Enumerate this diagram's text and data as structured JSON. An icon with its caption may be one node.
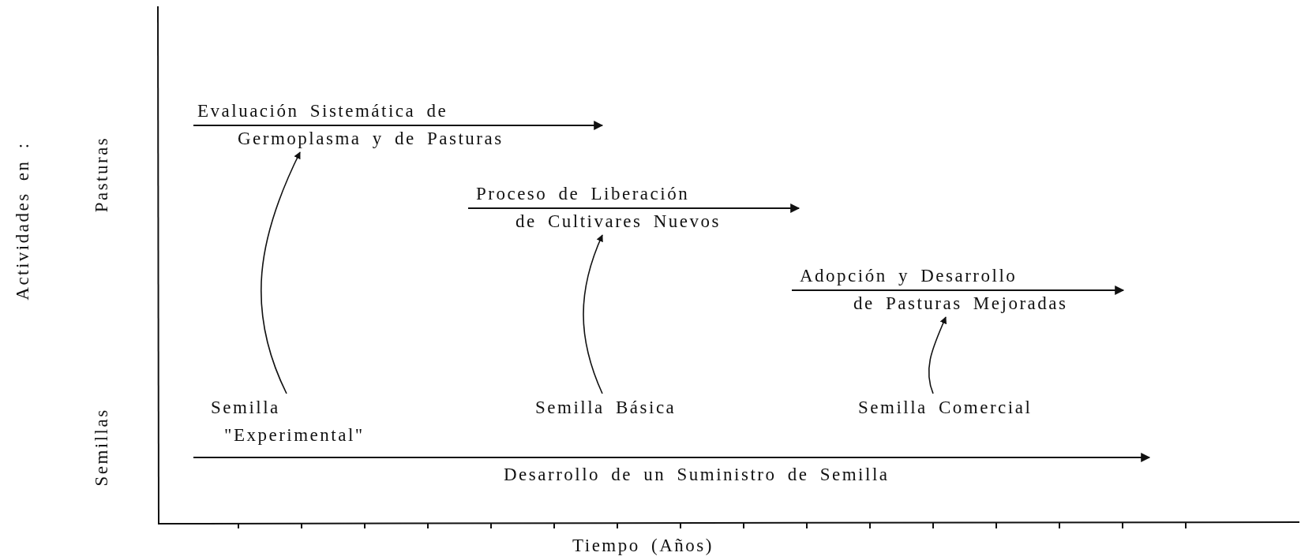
{
  "diagram": {
    "nodes": [
      {
        "text": [
          "Evaluación Sistemática de Germoplasma y de Pasturas"
        ]
      },
      {
        "text": [
          "Proceso de Liberación de Cultivares Nuevos"
        ]
      },
      {
        "text": [
          "Adopción y Desarrollo de Pasturas Mejoradas"
        ]
      },
      {
        "text": [
          "Semilla \"Experimental\""
        ]
      },
      {
        "text": [
          "Semilla Básica"
        ]
      },
      {
        "text": [
          "Semilla Comercial"
        ]
      }
    ],
    "edges": [
      {
        "from": 3,
        "to": 0,
        "arrow": "to"
      },
      {
        "from": 4,
        "to": 1,
        "arrow": "to"
      },
      {
        "from": 5,
        "to": 2,
        "arrow": "to"
      }
    ],
    "labels": [
      "Actividades en :",
      "Pasturas",
      "Semillas",
      "Desarrollo de un Suministro de Semilla",
      "Tiempo (Años)"
    ]
  }
}
